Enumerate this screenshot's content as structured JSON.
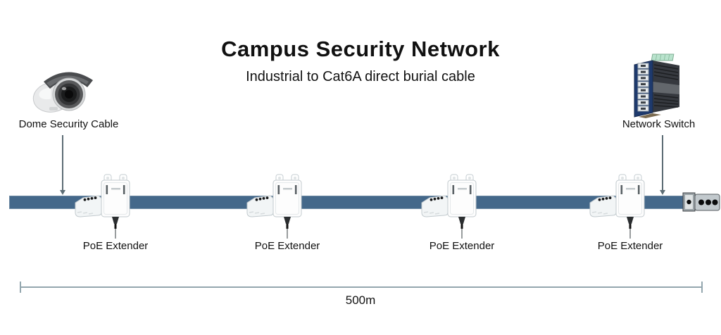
{
  "header": {
    "title": "Campus Security Network",
    "subtitle": "Industrial to Cat6A direct burial cable"
  },
  "left_device": {
    "label": "Dome Security Cable"
  },
  "right_device": {
    "label": "Network Switch"
  },
  "extenders": [
    {
      "label": "PoE Extender"
    },
    {
      "label": "PoE Extender"
    },
    {
      "label": "PoE Extender"
    },
    {
      "label": "PoE Extender"
    }
  ],
  "measurement": {
    "label": "500m"
  },
  "icons": {
    "camera": "security-camera-icon",
    "switch": "network-switch-icon",
    "extender": "poe-extender-icon",
    "connector": "cable-connector-icon"
  },
  "colors": {
    "cable": "#44688a",
    "measure_line": "#93a6ae",
    "arrow": "#5d6d75",
    "switch_front": "#1e3a6e",
    "switch_side": "#36393f",
    "switch_terminal": "#b9e3cd",
    "text": "#111111"
  }
}
